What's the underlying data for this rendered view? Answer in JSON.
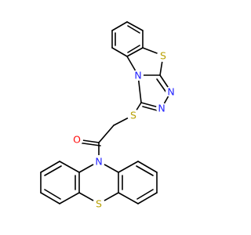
{
  "atoms": [
    {
      "id": "S_btz",
      "symbol": "S",
      "color": "#B8A000"
    },
    {
      "id": "N_bridge",
      "symbol": "N",
      "color": "#1F1FFF"
    },
    {
      "id": "N_tri_a",
      "symbol": "N",
      "color": "#1F1FFF"
    },
    {
      "id": "N_tri_b",
      "symbol": "N",
      "color": "#1F1FFF"
    },
    {
      "id": "S_thioether",
      "symbol": "S",
      "color": "#B8A000"
    },
    {
      "id": "O_carbonyl",
      "symbol": "O",
      "color": "#FF0D0D"
    },
    {
      "id": "N_phenothiazine",
      "symbol": "N",
      "color": "#1F1FFF"
    },
    {
      "id": "S_phenothiazine",
      "symbol": "S",
      "color": "#B8A000"
    }
  ],
  "colors": {
    "bond": "#000000",
    "nitrogen": "#1F1FFF",
    "sulfur": "#B8A000",
    "oxygen": "#FF0D0D"
  }
}
